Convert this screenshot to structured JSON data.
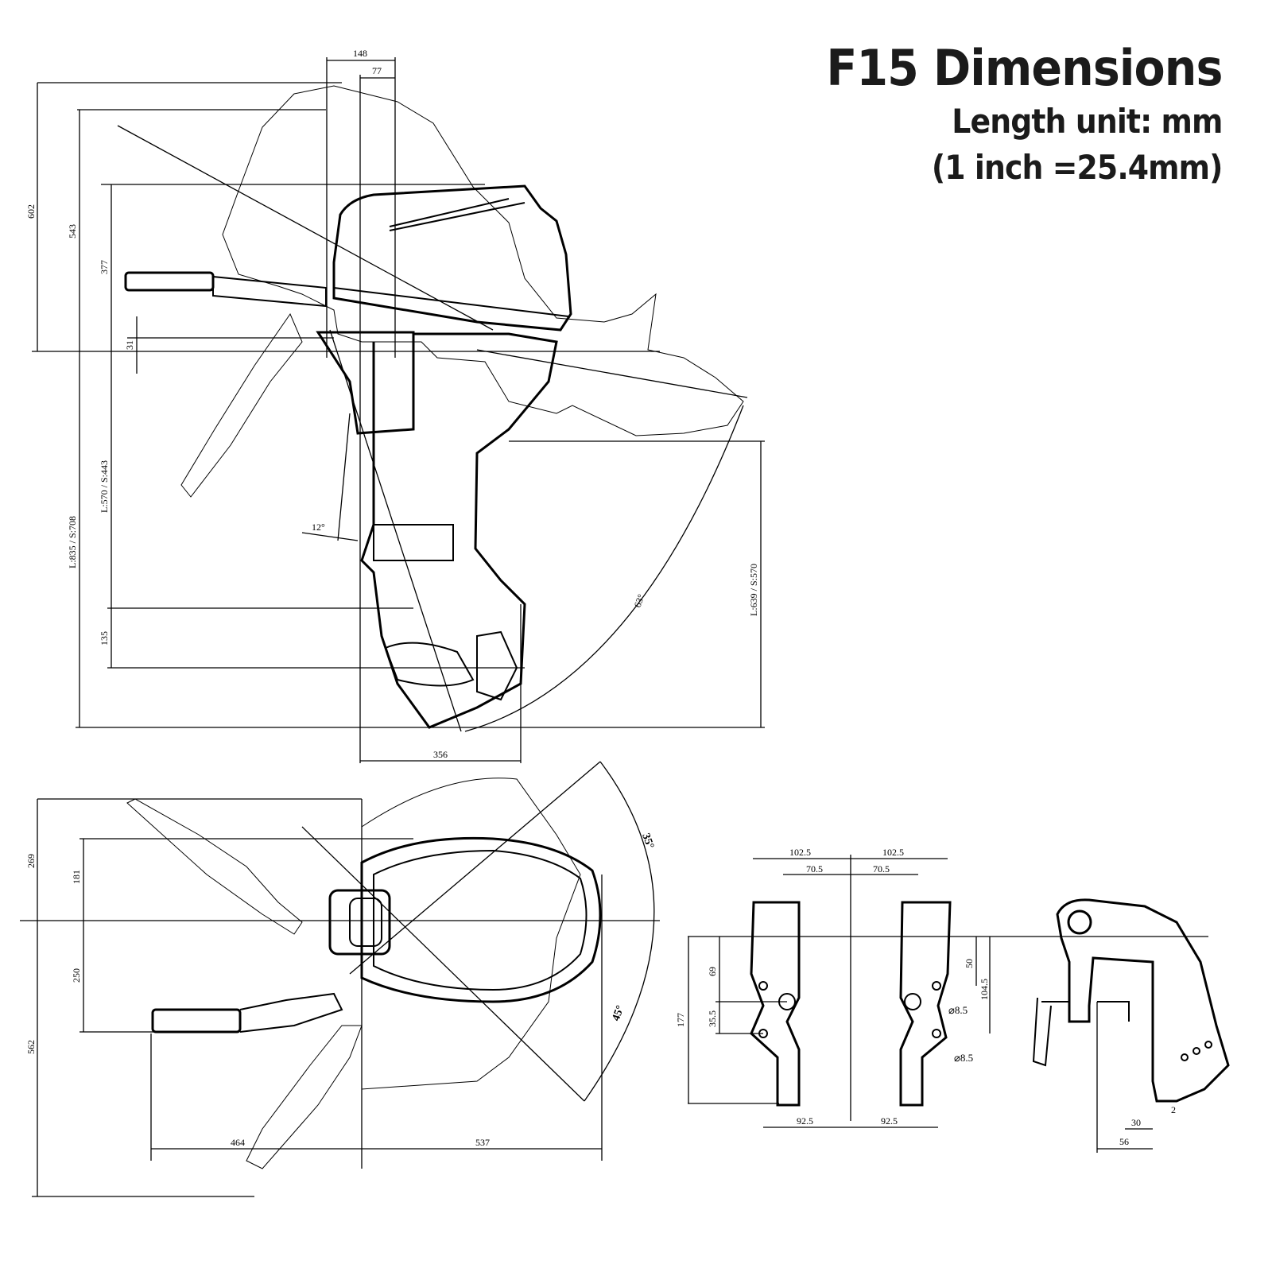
{
  "title": "F15 Dimensions",
  "unit_line": "Length unit: mm",
  "conversion_line": "(1 inch =25.4mm)",
  "side_view": {
    "dim_602": "602",
    "dim_543": "543",
    "dim_377": "377",
    "dim_31": "31",
    "dim_835_708": "L:835 / S:708",
    "dim_570_443": "L:570 / S:443",
    "dim_135": "135",
    "dim_639_570": "L:639 / S:570",
    "dim_148": "148",
    "dim_77": "77",
    "dim_356": "356",
    "angle_12": "12°",
    "angle_63": "63°"
  },
  "top_view": {
    "dim_269": "269",
    "dim_181": "181",
    "dim_250": "250",
    "dim_562": "562",
    "dim_464": "464",
    "dim_537": "537",
    "angle_35": "35°",
    "angle_45": "45°"
  },
  "bracket_view": {
    "dim_102_5_left": "102.5",
    "dim_102_5_right": "102.5",
    "dim_70_5_left": "70.5",
    "dim_70_5_right": "70.5",
    "dim_92_5_left": "92.5",
    "dim_92_5_right": "92.5",
    "dim_69": "69",
    "dim_35_5": "35.5",
    "dim_177": "177",
    "dim_50": "50",
    "dim_104_5": "104.5",
    "hole_upper": "⌀8.5",
    "hole_lower": "⌀8.5",
    "dim_30": "30",
    "dim_56": "56",
    "dim_2": "2"
  }
}
